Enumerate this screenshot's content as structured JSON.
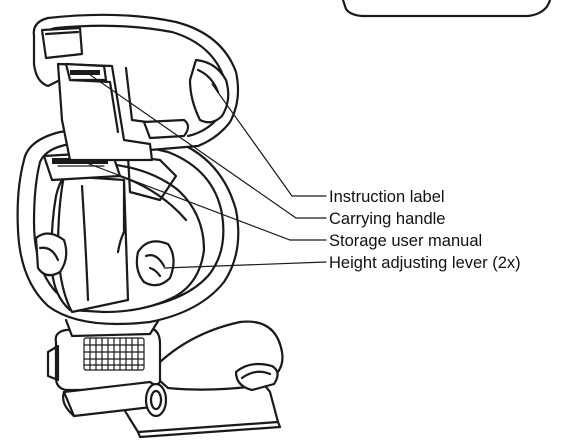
{
  "labels": {
    "instruction_label": "Instruction label",
    "carrying_handle": "Carrying handle",
    "storage_user_manual": "Storage user manual",
    "height_adjusting_lever": "Height adjusting lever (2x)"
  },
  "colors": {
    "line": "#1a1a1a",
    "background": "#ffffff",
    "text": "#111111"
  }
}
